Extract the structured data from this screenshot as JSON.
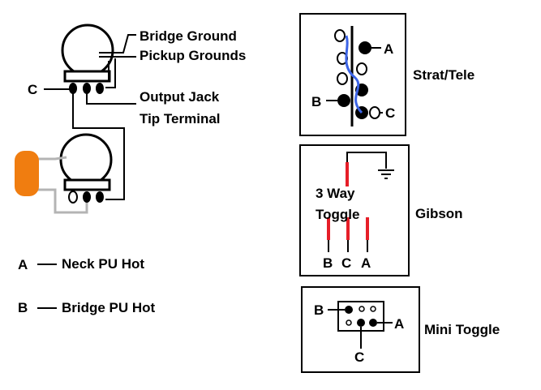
{
  "labels": {
    "bridge_ground": "Bridge Ground",
    "pickup_grounds": "Pickup Grounds",
    "output_jack": "Output Jack",
    "tip_terminal": "Tip Terminal",
    "pot_c": "C"
  },
  "legend": {
    "a_letter": "A",
    "a_desc": "Neck PU Hot",
    "b_letter": "B",
    "b_desc": "Bridge PU Hot"
  },
  "switches": {
    "strat": {
      "title": "Strat/Tele",
      "a": "A",
      "b": "B",
      "c": "C"
    },
    "gibson": {
      "title": "Gibson",
      "caption_line1": "3 Way",
      "caption_line2": "Toggle",
      "b": "B",
      "c": "C",
      "a": "A"
    },
    "mini": {
      "title": "Mini Toggle",
      "b": "B",
      "a": "A",
      "c": "C"
    }
  },
  "colors": {
    "line": "#000000",
    "capacitor": "#f07d10",
    "cap_leads": "#b4b4b4",
    "strat_jumper": "#3c64e6",
    "gibson_lugs": "#e61e28"
  }
}
